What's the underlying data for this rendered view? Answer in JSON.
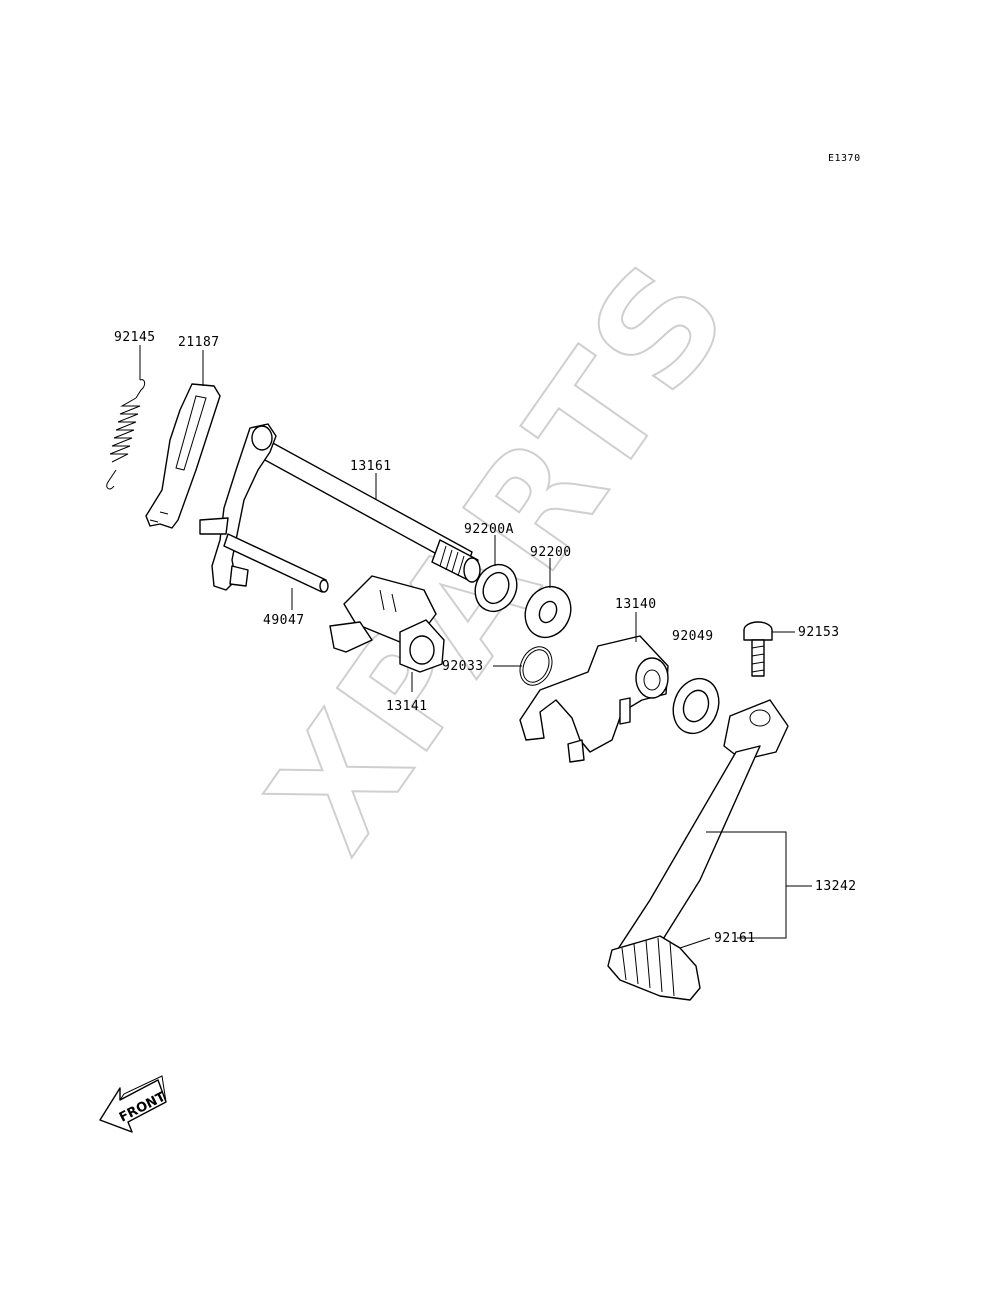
{
  "diagram_code": "E1370",
  "watermark": "XPARTS",
  "front_label": "FRONT",
  "parts": {
    "p92145": "92145",
    "p21187": "21187",
    "p13161": "13161",
    "p92200A": "92200A",
    "p92200": "92200",
    "p13140": "13140",
    "p92049": "92049",
    "p92153": "92153",
    "p49047": "49047",
    "p92033": "92033",
    "p13141": "13141",
    "p13242": "13242",
    "p92161": "92161"
  }
}
